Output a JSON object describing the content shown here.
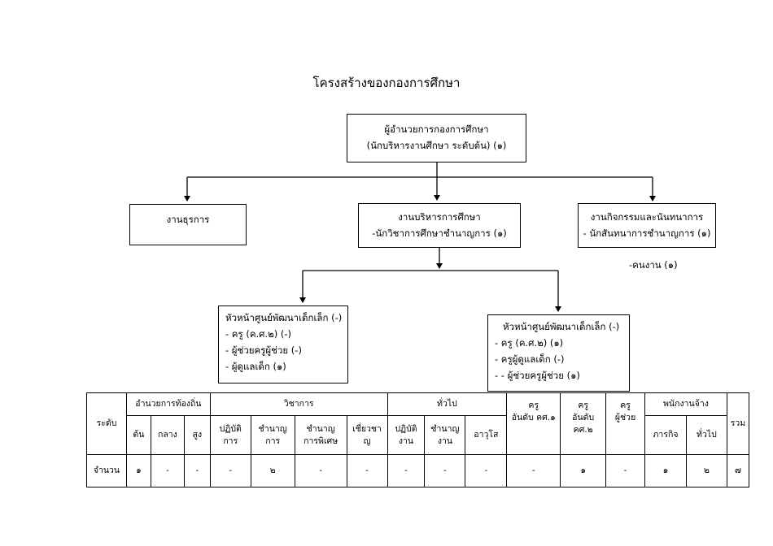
{
  "title": "โครงสร้างของกองการศึกษา",
  "director": {
    "line1": "ผู้อำนวยการกองการศึกษา",
    "line2": "(นักบริหารงานศึกษา  ระดับต้น) (๑)"
  },
  "admin": {
    "line1": "งานธุรการ"
  },
  "edu_admin": {
    "line1": "งานบริหารการศึกษา",
    "line2": "-นักวิชาการศึกษาชำนาญการ (๑)"
  },
  "activity": {
    "line1": "งานกิจกรรมและนันทนาการ",
    "line2": "- นักสันทนาการชำนาญการ (๑)",
    "note": "-คนงาน (๑)"
  },
  "center_left": {
    "line1": "หัวหน้าศูนย์พัฒนาเด็กเล็ก (-)",
    "line2": "- ครู (ค.ศ.๒) (-)",
    "line3": "- ผู้ช่วยครูผู้ช่วย (-)",
    "line4": "- ผู้ดูแลเด็ก (๑)"
  },
  "center_right": {
    "line1": "หัวหน้าศูนย์พัฒนาเด็กเล็ก (-)",
    "line2": "-     ครู (ค.ศ.๒) (๑)",
    "line3": "-     ครูผู้ดูแลเด็ก (-)",
    "line4": "-     - ผู้ช่วยครูผู้ช่วย (๑)"
  },
  "table": {
    "level_header": "ระดับ",
    "group_local": "อำนวยการท้องถิ่น",
    "group_academic": "วิชาการ",
    "group_general": "ทั่วไป",
    "teacher1_a": "ครู",
    "teacher1_b": "อันดับ คศ.๑",
    "teacher2_a": "ครู",
    "teacher2_b": "อันดับ",
    "teacher2_c": "คศ.๒",
    "assist_a": "ครู",
    "assist_b": "ผู้ช่วย",
    "group_employee": "พนักงานจ้าง",
    "total": "รวม",
    "sub_low": "ต้น",
    "sub_mid": "กลาง",
    "sub_high": "สูง",
    "acad_prac_a": "ปฏิบัติ",
    "acad_prac_b": "การ",
    "acad_prof_a": "ชำนาญ",
    "acad_prof_b": "การ",
    "acad_special_a": "ชำนาญ",
    "acad_special_b": "การพิเศษ",
    "acad_expert_a": "เชี่ยวชา",
    "acad_expert_b": "ญ",
    "gen_prac_a": "ปฏิบัติ",
    "gen_prac_b": "งาน",
    "gen_skill_a": "ชำนาญ",
    "gen_skill_b": "งาน",
    "gen_senior": "อาวุโส",
    "emp_mission": "ภารกิจ",
    "emp_general": "ทั่วไป",
    "count_label": "จำนวน",
    "v_low": "๑",
    "v_mid": "-",
    "v_high": "-",
    "v_acad_prac": "-",
    "v_acad_prof": "๒",
    "v_acad_special": "-",
    "v_acad_expert": "-",
    "v_gen_prac": "-",
    "v_gen_skill": "-",
    "v_gen_senior": "-",
    "v_teacher1": "-",
    "v_teacher2": "๑",
    "v_assist": "-",
    "v_emp_mission": "๑",
    "v_emp_general": "๒",
    "v_total": "๗"
  }
}
